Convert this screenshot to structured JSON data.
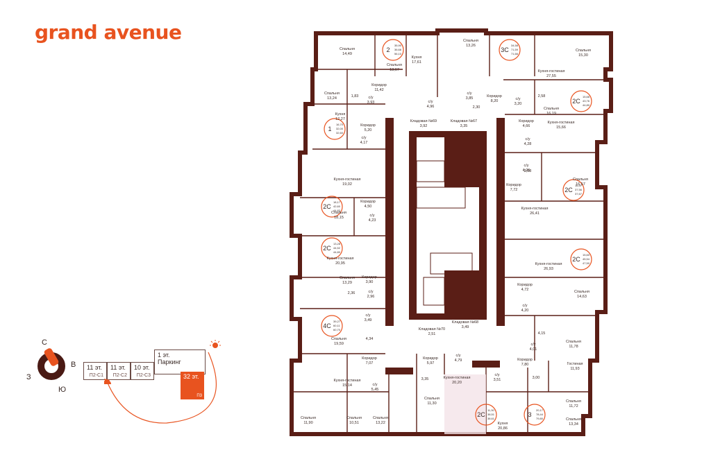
{
  "brand": {
    "title": "grand avenue"
  },
  "compass": {
    "north": "С",
    "east": "В",
    "south": "Ю",
    "west": "З"
  },
  "floors": {
    "first_floor": "1 эт.",
    "first_floor_caption": "Паркинг",
    "cells": [
      {
        "label": "11 эт.",
        "code": "П2-С1"
      },
      {
        "label": "11 эт.",
        "code": "П2-С2"
      },
      {
        "label": "10 эт.",
        "code": "П2-С3"
      }
    ],
    "current": "32 эт.",
    "current_code": "П3"
  },
  "colors": {
    "accent": "#e8531f",
    "wall": "#5a1e16",
    "highlight": "#f4e4e8"
  },
  "badges": [
    {
      "code": "2",
      "areas": [
        "35,90",
        "36,68",
        "56,10"
      ]
    },
    {
      "code": "3С",
      "areas": [
        "34,58",
        "71,59",
        "71,66"
      ]
    },
    {
      "code": "1",
      "areas": [
        "16,70",
        "32,00",
        "32,60"
      ]
    },
    {
      "code": "2С",
      "areas": [
        "15,66",
        "43,76",
        "44,80"
      ]
    },
    {
      "code": "2С",
      "areas": [
        "18,17",
        "42,60",
        "44,83"
      ]
    },
    {
      "code": "2С",
      "areas": [
        "16,57",
        "37,56",
        "37,67"
      ]
    },
    {
      "code": "2С",
      "areas": [
        "13,28",
        "44,52",
        "44,80"
      ]
    },
    {
      "code": "2С",
      "areas": [
        "15,60",
        "45,54",
        "47,50"
      ]
    },
    {
      "code": "4С",
      "areas": [
        "39,27",
        "60,11",
        "60,70"
      ]
    },
    {
      "code": "2С",
      "areas": [
        "11,30",
        "38,51",
        "38,61"
      ]
    },
    {
      "code": "3",
      "areas": [
        "20,17",
        "78,44",
        "79,80"
      ]
    }
  ],
  "rooms": [
    {
      "name": "Спальня",
      "area": "14,49"
    },
    {
      "name": "Спальня",
      "area": "13,67"
    },
    {
      "name": "Кухня",
      "area": "17,61"
    },
    {
      "name": "Спальня",
      "area": "13,26"
    },
    {
      "name": "Спальня",
      "area": "15,30"
    },
    {
      "name": "Кухня-гостиная",
      "area": "27,55"
    },
    {
      "name": "Коридор",
      "area": "11,42"
    },
    {
      "name": "Спальня",
      "area": "13,24"
    },
    {
      "name": "с/у",
      "area": "3,93"
    },
    {
      "name": "с/у",
      "area": "3,85"
    },
    {
      "name": "Коридор",
      "area": "8,20"
    },
    {
      "name": "с/у",
      "area": "3,20"
    },
    {
      "name": "Спальня",
      "area": "16,19"
    },
    {
      "name": "Кухня",
      "area": "12,27"
    },
    {
      "name": "Коридор",
      "area": "5,20"
    },
    {
      "name": "с/у",
      "area": "4,96"
    },
    {
      "name": "Кладовая №69",
      "area": "3,92"
    },
    {
      "name": "Кладовая №67",
      "area": "3,35"
    },
    {
      "name": "Коридор",
      "area": "4,66"
    },
    {
      "name": "Кухня-гостиная",
      "area": "15,66"
    },
    {
      "name": "с/у",
      "area": "4,17"
    },
    {
      "name": "с/у",
      "area": "4,28"
    },
    {
      "name": "с/у",
      "area": "4,26"
    },
    {
      "name": "Кухня-гостиная",
      "area": "19,02"
    },
    {
      "name": "Коридор",
      "area": "7,72"
    },
    {
      "name": "Спальня",
      "area": "16,57"
    },
    {
      "name": "Спальня",
      "area": "18,15"
    },
    {
      "name": "Коридор",
      "area": "4,50"
    },
    {
      "name": "с/у",
      "area": "4,23"
    },
    {
      "name": "Кухня-гостиная",
      "area": "26,41"
    },
    {
      "name": "Кухня-гостиная",
      "area": "20,95"
    },
    {
      "name": "Кухня-гостиная",
      "area": "26,93"
    },
    {
      "name": "Спальня",
      "area": "13,29"
    },
    {
      "name": "Коридор",
      "area": "3,90"
    },
    {
      "name": "с/у",
      "area": "2,96"
    },
    {
      "name": "Коридор",
      "area": "4,72"
    },
    {
      "name": "Спальня",
      "area": "14,63"
    },
    {
      "name": "с/у",
      "area": "4,20"
    },
    {
      "name": "с/у",
      "area": "3,49"
    },
    {
      "name": "Кладовая №68",
      "area": "3,49"
    },
    {
      "name": "Кладовая №70",
      "area": "2,51"
    },
    {
      "name": "Спальня",
      "area": "19,59"
    },
    {
      "name": "с/у",
      "area": "4,01"
    },
    {
      "name": "Спальня",
      "area": "11,78"
    },
    {
      "name": "Коридор",
      "area": "7,07"
    },
    {
      "name": "Коридор",
      "area": "5,97"
    },
    {
      "name": "с/у",
      "area": "4,79"
    },
    {
      "name": "Коридор",
      "area": "7,80"
    },
    {
      "name": "Гостиная",
      "area": "11,93"
    },
    {
      "name": "Кухня-гостиная",
      "area": "15,14"
    },
    {
      "name": "с/у",
      "area": "5,45"
    },
    {
      "name": "Кухня-гостиная",
      "area": "20,20"
    },
    {
      "name": "с/у",
      "area": "3,51"
    },
    {
      "name": "Спальня",
      "area": "11,72"
    },
    {
      "name": "Спальня",
      "area": "11,30"
    },
    {
      "name": "Спальня",
      "area": "11,90"
    },
    {
      "name": "Спальня",
      "area": "10,51"
    },
    {
      "name": "Спальня",
      "area": "13,22"
    },
    {
      "name": "Кухня",
      "area": "20,86"
    },
    {
      "name": "Спальня",
      "area": "13,34"
    }
  ],
  "dims": [
    "1,83",
    "2,58",
    "2,30",
    "2,08",
    "2,36",
    "4,34",
    "4,15",
    "3,00",
    "3,35"
  ]
}
